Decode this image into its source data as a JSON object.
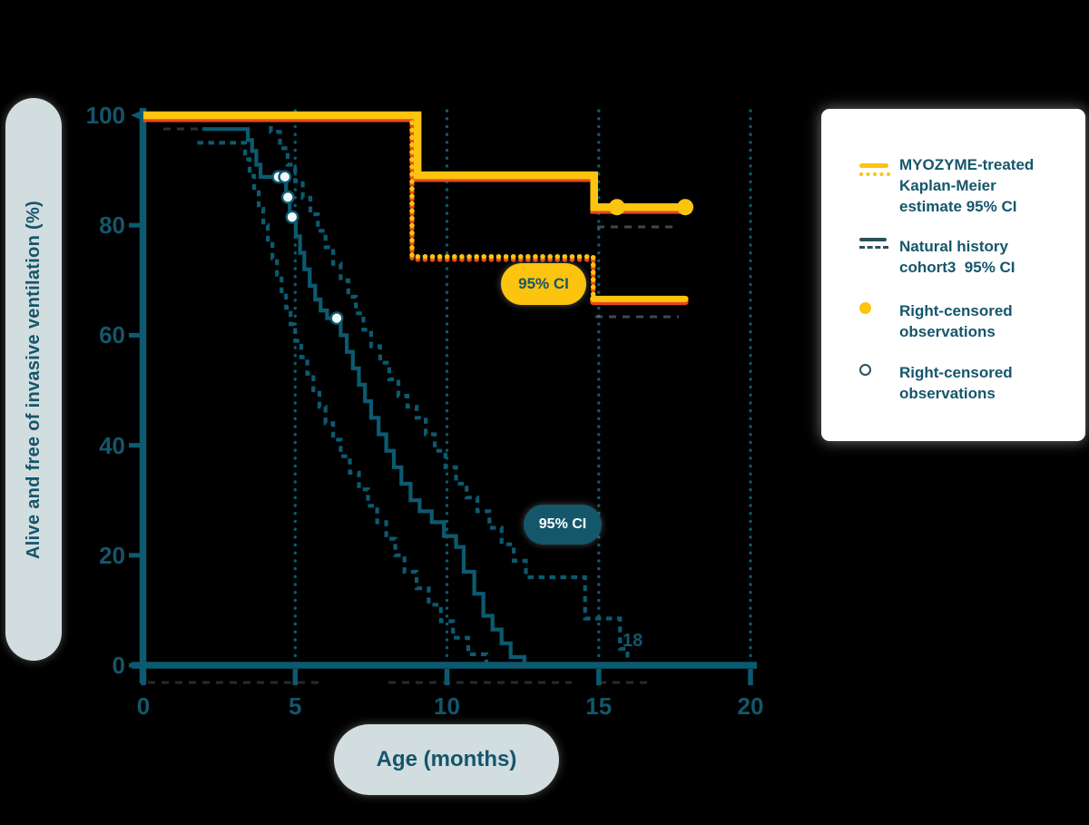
{
  "colors": {
    "background": "#000000",
    "yellow": "#fcc30f",
    "red_shadow": "#e8481c",
    "teal_line": "#0c5a70",
    "teal_text": "#14566b",
    "pill_gray": "#d2dde0",
    "ci_pill_teal": "#14576b",
    "legend_bg": "#ffffff",
    "legend_swatch_dark": "#2e4f5e"
  },
  "labels": {
    "y_axis_pill": "Alive and free of invasive ventilation (%)",
    "x_axis_pill": "Age (months)",
    "myozyme_ci_pill": "95% CI",
    "nh_ci_pill": "95% CI",
    "tail_annotation": "18"
  },
  "y_axis": {
    "ticks": [
      {
        "v": 0,
        "label": "0"
      },
      {
        "v": 20,
        "label": "20"
      },
      {
        "v": 40,
        "label": "40"
      },
      {
        "v": 60,
        "label": "60"
      },
      {
        "v": 80,
        "label": "80"
      },
      {
        "v": 100,
        "label": "100"
      }
    ]
  },
  "x_axis": {
    "ticks": [
      {
        "v": 0,
        "label": "0"
      },
      {
        "v": 5,
        "label": "5"
      },
      {
        "v": 10,
        "label": "10"
      },
      {
        "v": 15,
        "label": "15"
      },
      {
        "v": 20,
        "label": "20"
      }
    ]
  },
  "legend": {
    "items": [
      {
        "icon": "yellow-solid-and-dotted-lines",
        "text": "MYOZYME-treated\nKaplan-Meier\nestimate 95% CI"
      },
      {
        "icon": "dark-solid-and-dashed-lines",
        "text": "Natural history\ncohort3  95% CI"
      },
      {
        "icon": "yellow-filled-dot",
        "text": "Right-censored\nobservations"
      },
      {
        "icon": "open-circle",
        "text": "Right-censored\nobservations"
      }
    ]
  },
  "chart_data": {
    "type": "line",
    "subtype": "kaplan-meier-step",
    "xlabel": "Age (months)",
    "ylabel": "Alive and free of invasive ventilation (%)",
    "x_range": [
      0,
      20
    ],
    "y_range": [
      0,
      100
    ],
    "gridlines_x": [
      5,
      10,
      15,
      20
    ],
    "series": [
      {
        "name": "MYOZYME-treated Kaplan-Meier estimate",
        "style": "km-solid",
        "color": "#fcc30f",
        "points": [
          [
            0,
            100
          ],
          [
            9.03,
            100
          ],
          [
            9.03,
            89.1
          ],
          [
            14.85,
            89.1
          ],
          [
            14.85,
            83.3
          ],
          [
            17.9,
            83.3
          ]
        ]
      },
      {
        "name": "MYOZYME 95% CI lower bound",
        "style": "ci-dotted",
        "color": "#fcc30f",
        "points": [
          [
            8.85,
            100
          ],
          [
            8.85,
            74.3
          ],
          [
            14.82,
            74.3
          ],
          [
            14.82,
            66.6
          ]
        ]
      },
      {
        "name": "MYOZYME 95% CI lower bound tail",
        "style": "ci-tail",
        "color": "#fcc30f",
        "points": [
          [
            14.82,
            66.6
          ],
          [
            17.85,
            66.6
          ]
        ]
      },
      {
        "name": "Natural history cohort estimate",
        "style": "nh-solid",
        "color": "#0c5a70",
        "points": [
          [
            1.94,
            97.5
          ],
          [
            3.44,
            97.5
          ],
          [
            3.44,
            95.5
          ],
          [
            3.58,
            95.5
          ],
          [
            3.58,
            93.5
          ],
          [
            3.72,
            93.5
          ],
          [
            3.72,
            91
          ],
          [
            3.86,
            91
          ],
          [
            3.86,
            88.8
          ],
          [
            4.7,
            88.8
          ],
          [
            4.7,
            85.1
          ],
          [
            4.82,
            85.1
          ],
          [
            4.82,
            81.5
          ],
          [
            5.02,
            81.5
          ],
          [
            5.02,
            78
          ],
          [
            5.16,
            78
          ],
          [
            5.16,
            75
          ],
          [
            5.3,
            75
          ],
          [
            5.3,
            72
          ],
          [
            5.48,
            72
          ],
          [
            5.48,
            69
          ],
          [
            5.66,
            69
          ],
          [
            5.66,
            66.5
          ],
          [
            5.84,
            66.5
          ],
          [
            5.84,
            64.5
          ],
          [
            6.05,
            64.5
          ],
          [
            6.05,
            63.1
          ],
          [
            6.5,
            63.1
          ],
          [
            6.5,
            60
          ],
          [
            6.7,
            60
          ],
          [
            6.7,
            57
          ],
          [
            6.9,
            57
          ],
          [
            6.9,
            54
          ],
          [
            7.1,
            54
          ],
          [
            7.1,
            51
          ],
          [
            7.3,
            51
          ],
          [
            7.3,
            48
          ],
          [
            7.5,
            48
          ],
          [
            7.5,
            45
          ],
          [
            7.75,
            45
          ],
          [
            7.75,
            42
          ],
          [
            8.0,
            42
          ],
          [
            8.0,
            39
          ],
          [
            8.25,
            39
          ],
          [
            8.25,
            36
          ],
          [
            8.5,
            36
          ],
          [
            8.5,
            33
          ],
          [
            8.8,
            33
          ],
          [
            8.8,
            30
          ],
          [
            9.1,
            30
          ],
          [
            9.1,
            28
          ],
          [
            9.5,
            28
          ],
          [
            9.5,
            26
          ],
          [
            9.9,
            26
          ],
          [
            9.9,
            23.5
          ],
          [
            10.3,
            23.5
          ],
          [
            10.3,
            21.5
          ],
          [
            10.55,
            21.5
          ],
          [
            10.55,
            17
          ],
          [
            10.9,
            17
          ],
          [
            10.9,
            13
          ],
          [
            11.2,
            13
          ],
          [
            11.2,
            9
          ],
          [
            11.5,
            9
          ],
          [
            11.5,
            6.5
          ],
          [
            11.8,
            6.5
          ],
          [
            11.8,
            4
          ],
          [
            12.1,
            4
          ],
          [
            12.1,
            1.5
          ],
          [
            12.55,
            1.5
          ],
          [
            12.55,
            0
          ]
        ]
      },
      {
        "name": "Natural history 95% CI upper bound",
        "style": "nh-dashed",
        "color": "#0c5a70",
        "points": [
          [
            4.2,
            100
          ],
          [
            4.2,
            97
          ],
          [
            4.5,
            97
          ],
          [
            4.5,
            94
          ],
          [
            4.75,
            94
          ],
          [
            4.75,
            91
          ],
          [
            5.0,
            91
          ],
          [
            5.0,
            88
          ],
          [
            5.25,
            88
          ],
          [
            5.25,
            85
          ],
          [
            5.5,
            85
          ],
          [
            5.5,
            82
          ],
          [
            5.75,
            82
          ],
          [
            5.75,
            79
          ],
          [
            6.0,
            79
          ],
          [
            6.0,
            76
          ],
          [
            6.25,
            76
          ],
          [
            6.25,
            73
          ],
          [
            6.5,
            73
          ],
          [
            6.5,
            70
          ],
          [
            6.75,
            70
          ],
          [
            6.75,
            67
          ],
          [
            7.0,
            67
          ],
          [
            7.0,
            64
          ],
          [
            7.25,
            64
          ],
          [
            7.25,
            61
          ],
          [
            7.5,
            61
          ],
          [
            7.5,
            58
          ],
          [
            7.8,
            58
          ],
          [
            7.8,
            55
          ],
          [
            8.1,
            55
          ],
          [
            8.1,
            52
          ],
          [
            8.4,
            52
          ],
          [
            8.4,
            49
          ],
          [
            8.7,
            49
          ],
          [
            8.7,
            47
          ],
          [
            9.0,
            47
          ],
          [
            9.0,
            45
          ],
          [
            9.3,
            45
          ],
          [
            9.3,
            42
          ],
          [
            9.6,
            42
          ],
          [
            9.6,
            39
          ],
          [
            9.95,
            39
          ],
          [
            9.95,
            36
          ],
          [
            10.3,
            36
          ],
          [
            10.3,
            33
          ],
          [
            10.65,
            33
          ],
          [
            10.65,
            30.5
          ],
          [
            11.0,
            30.5
          ],
          [
            11.0,
            28
          ],
          [
            11.4,
            28
          ],
          [
            11.4,
            25
          ],
          [
            11.8,
            25
          ],
          [
            11.8,
            22
          ],
          [
            12.2,
            22
          ],
          [
            12.2,
            19
          ],
          [
            12.6,
            19
          ],
          [
            12.6,
            16
          ],
          [
            14.55,
            16
          ],
          [
            14.55,
            8.5
          ],
          [
            15.7,
            8.5
          ],
          [
            15.7,
            3
          ],
          [
            15.95,
            3
          ],
          [
            15.95,
            0
          ]
        ]
      },
      {
        "name": "Natural history 95% CI lower bound",
        "style": "nh-dashed",
        "color": "#0c5a70",
        "points": [
          [
            1.78,
            95
          ],
          [
            3.35,
            95
          ],
          [
            3.35,
            92
          ],
          [
            3.5,
            92
          ],
          [
            3.5,
            89
          ],
          [
            3.65,
            89
          ],
          [
            3.65,
            86
          ],
          [
            3.8,
            86
          ],
          [
            3.8,
            83
          ],
          [
            3.95,
            83
          ],
          [
            3.95,
            80
          ],
          [
            4.1,
            80
          ],
          [
            4.1,
            77
          ],
          [
            4.25,
            77
          ],
          [
            4.25,
            74
          ],
          [
            4.4,
            74
          ],
          [
            4.4,
            71
          ],
          [
            4.55,
            71
          ],
          [
            4.55,
            68
          ],
          [
            4.7,
            68
          ],
          [
            4.7,
            65
          ],
          [
            4.85,
            65
          ],
          [
            4.85,
            62
          ],
          [
            5.0,
            62
          ],
          [
            5.0,
            59
          ],
          [
            5.2,
            59
          ],
          [
            5.2,
            56
          ],
          [
            5.4,
            56
          ],
          [
            5.4,
            53
          ],
          [
            5.6,
            53
          ],
          [
            5.6,
            50
          ],
          [
            5.8,
            50
          ],
          [
            5.8,
            47
          ],
          [
            6.0,
            47
          ],
          [
            6.0,
            44
          ],
          [
            6.25,
            44
          ],
          [
            6.25,
            41
          ],
          [
            6.5,
            41
          ],
          [
            6.5,
            38
          ],
          [
            6.8,
            38
          ],
          [
            6.8,
            35
          ],
          [
            7.1,
            35
          ],
          [
            7.1,
            32
          ],
          [
            7.4,
            32
          ],
          [
            7.4,
            29
          ],
          [
            7.7,
            29
          ],
          [
            7.7,
            26
          ],
          [
            8.0,
            26
          ],
          [
            8.0,
            23
          ],
          [
            8.3,
            23
          ],
          [
            8.3,
            20
          ],
          [
            8.6,
            20
          ],
          [
            8.6,
            17
          ],
          [
            9.0,
            17
          ],
          [
            9.0,
            14
          ],
          [
            9.4,
            14
          ],
          [
            9.4,
            11
          ],
          [
            9.8,
            11
          ],
          [
            9.8,
            8
          ],
          [
            10.2,
            8
          ],
          [
            10.2,
            5
          ],
          [
            10.7,
            5
          ],
          [
            10.7,
            2
          ],
          [
            11.3,
            2
          ],
          [
            11.3,
            0
          ]
        ]
      }
    ],
    "censored_observations": {
      "myozyme": [
        [
          15.6,
          83.3
        ],
        [
          17.85,
          83.3
        ]
      ],
      "natural_history": [
        [
          4.45,
          88.8
        ],
        [
          4.66,
          88.8
        ],
        [
          4.76,
          85.1
        ],
        [
          4.9,
          81.5
        ],
        [
          6.37,
          63.1
        ]
      ]
    }
  }
}
